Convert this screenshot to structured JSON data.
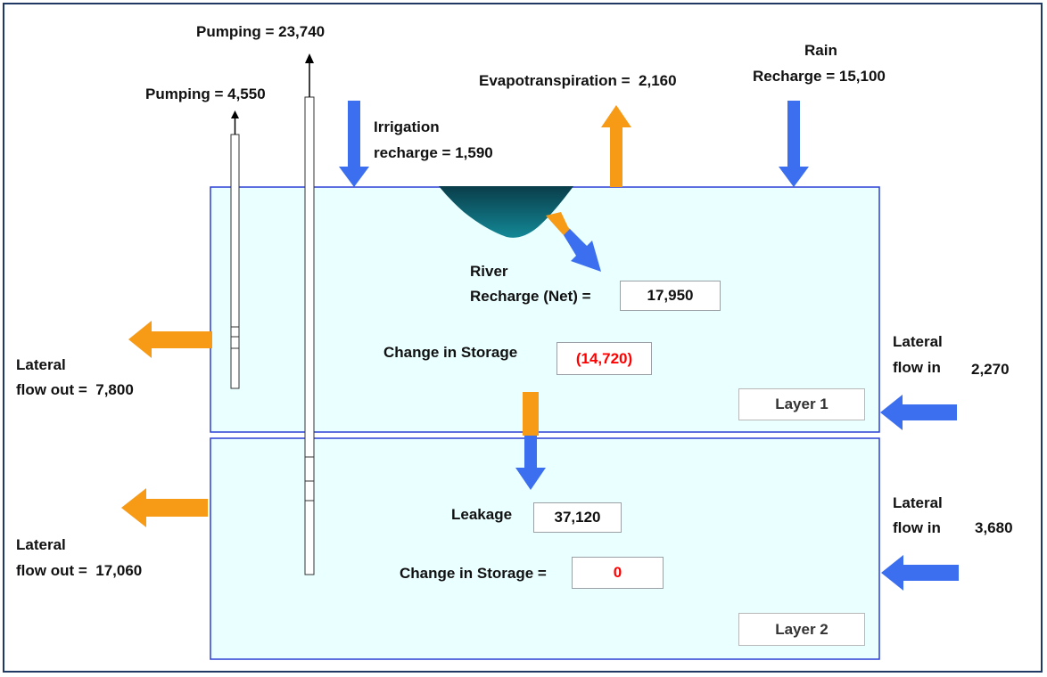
{
  "pumping_1": {
    "label": "Pumping =",
    "value": "4,550"
  },
  "pumping_2": {
    "label": "Pumping =",
    "value": "23,740"
  },
  "irrigation": {
    "line1": "Irrigation",
    "line2": "recharge =",
    "value": "1,590"
  },
  "evapotranspiration": {
    "label": "Evapotranspiration =",
    "value": "2,160"
  },
  "rain": {
    "line1": "Rain",
    "line2": "Recharge =",
    "value": "15,100"
  },
  "river": {
    "line1": "River",
    "line2": "Recharge (Net) =",
    "value": "17,950"
  },
  "layer1": {
    "name": "Layer 1",
    "storage_label": "Change in Storage",
    "storage_value": "(14,720)",
    "flow_out_line1": "Lateral",
    "flow_out_line2": "flow out =",
    "flow_out_value": "7,800",
    "flow_in_line1": "Lateral",
    "flow_in_line2": "flow in",
    "flow_in_value": "2,270"
  },
  "layer2": {
    "name": "Layer 2",
    "leakage_label": "Leakage",
    "leakage_value": "37,120",
    "storage_label": "Change in Storage =",
    "storage_value": "0",
    "flow_out_line1": "Lateral",
    "flow_out_line2": "flow out =",
    "flow_out_value": "17,060",
    "flow_in_line1": "Lateral",
    "flow_in_line2": "flow in",
    "flow_in_value": "3,680"
  },
  "colors": {
    "layer_fill": "#eaffff",
    "layer_border": "#2b3fd6",
    "blue_arrow": "#3b6ff0",
    "orange_arrow": "#f79a16",
    "river": "#0e5a6a",
    "frame": "#1f3864",
    "negative_value": "#ff0000"
  }
}
